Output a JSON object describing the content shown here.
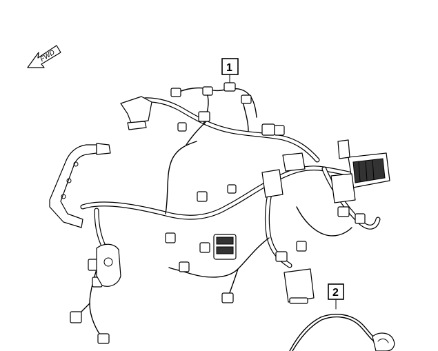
{
  "direction_indicator": {
    "label": "FWD"
  },
  "callouts": [
    {
      "number": "1"
    },
    {
      "number": "2"
    }
  ]
}
